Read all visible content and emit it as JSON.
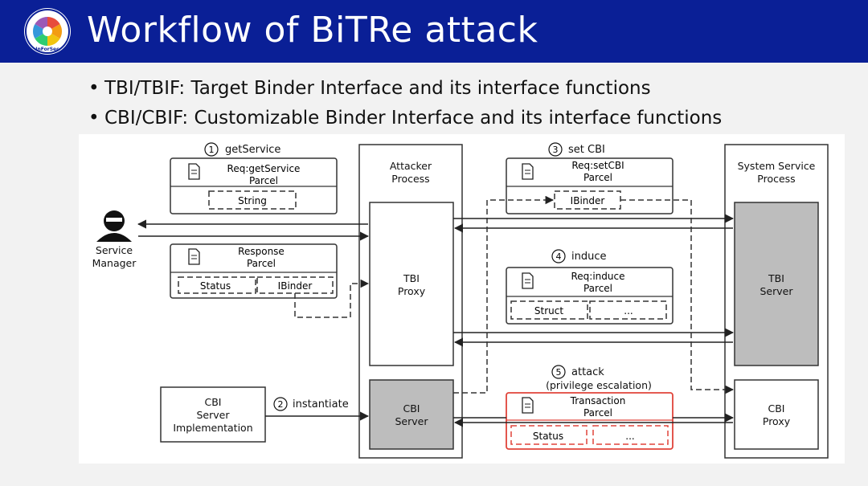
{
  "slide": {
    "title": "Workflow of BiTRe attack",
    "logo_text": "InForSec",
    "bullets": [
      "TBI/TBIF: Target Binder Interface and its interface functions",
      "CBI/CBIF: Customizable Binder Interface and its interface functions"
    ]
  },
  "diagram": {
    "service_manager": "Service Manager",
    "attacker_process": "Attacker Process",
    "system_service_process": "System Service Process",
    "tbi_proxy": "TBI Proxy",
    "cbi_server": "CBI Server",
    "tbi_server": "TBI Server",
    "cbi_proxy": "CBI Proxy",
    "cbi_server_impl": "CBI Server Implementation",
    "step1": {
      "num": "1",
      "label": "getService"
    },
    "step2": {
      "num": "2",
      "label": "instantiate"
    },
    "step3": {
      "num": "3",
      "label": "set CBI"
    },
    "step4": {
      "num": "4",
      "label": "induce"
    },
    "step5": {
      "num": "5",
      "label": "attack",
      "sub": "(privilege escalation)"
    },
    "parcel_getservice": {
      "title": "Req:getService",
      "sub": "Parcel",
      "field1": "String"
    },
    "parcel_response": {
      "title": "Response",
      "sub": "Parcel",
      "field1": "Status",
      "field2": "IBinder"
    },
    "parcel_setcbi": {
      "title": "Req:setCBI",
      "sub": "Parcel",
      "field1": "IBinder"
    },
    "parcel_induce": {
      "title": "Req:induce",
      "sub": "Parcel",
      "field1": "Struct",
      "field2": "..."
    },
    "parcel_transaction": {
      "title": "Transaction",
      "sub": "Parcel",
      "field1": "Status",
      "field2": "..."
    },
    "colors": {
      "header": "#0a1f96",
      "attack": "#e0443a",
      "server_fill": "#bdbdbd"
    }
  }
}
